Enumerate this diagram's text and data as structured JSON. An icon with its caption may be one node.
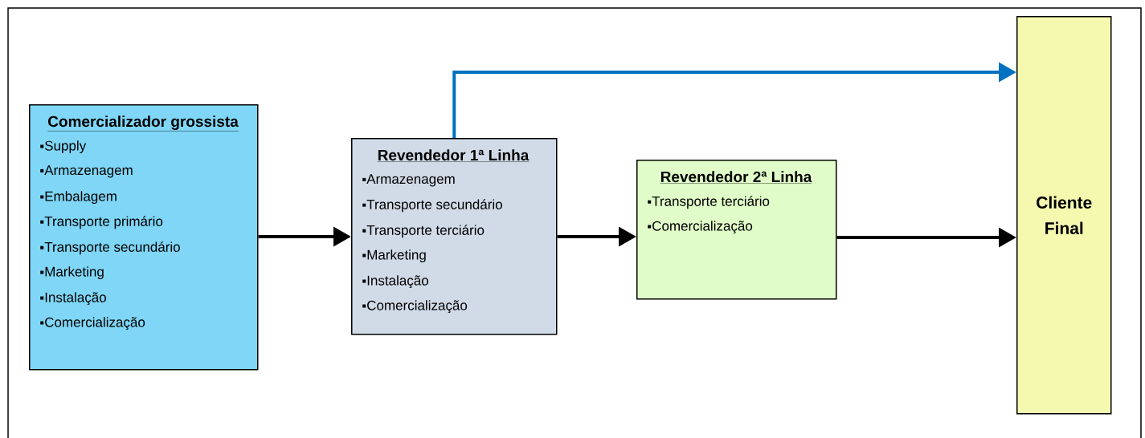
{
  "diagram": {
    "nodes": [
      {
        "text": [
          "Comercializador  grossista",
          "Supply",
          "Armazenagem",
          "Embalagem",
          "Transporte primário",
          "Transporte secundário",
          "Marketing",
          "Instalação",
          "Comercialização"
        ]
      },
      {
        "text": [
          "Revendedor 1ª Linha",
          "Armazenagem",
          "Transporte secundário",
          "Transporte terciário",
          "Marketing",
          "Instalação",
          "Comercialização"
        ]
      },
      {
        "text": [
          "Revendedor 2ª Linha",
          "Transporte terciário",
          "Comercialização"
        ]
      },
      {
        "text": [
          "Cliente Final"
        ]
      }
    ],
    "edges": [
      {
        "from": 0,
        "to": 1,
        "arrow": "to"
      },
      {
        "from": 1,
        "to": 2,
        "arrow": "to"
      },
      {
        "from": 2,
        "to": 3,
        "arrow": "to"
      },
      {
        "from": 1,
        "to": 3,
        "arrow": "to",
        "color": "#0070c0"
      }
    ]
  }
}
